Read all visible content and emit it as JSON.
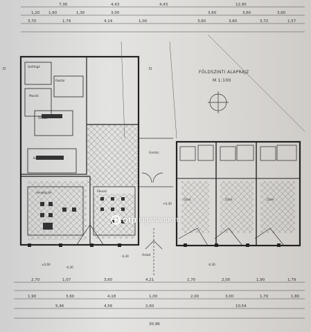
{
  "plan": {
    "title": "FÖLDSZINTI ALAPRAJZ",
    "scale": "M 1:100",
    "section_marks": [
      "D",
      "D"
    ],
    "top_dims_row1": [
      "7,36",
      "4,43",
      "4,43",
      "12,90"
    ],
    "top_dims_row2": [
      "1,20",
      "1,60",
      "1,30",
      "3,00",
      "3,60",
      "3,60",
      "3,60"
    ],
    "top_dims_row3": [
      "3,70",
      "1,79",
      "4,14",
      "1,00",
      "3,60",
      "3,60",
      "3,72",
      "1,57"
    ],
    "bottom_dims_row1": [
      "2,70",
      "1,07",
      "3,60",
      "4,21",
      "1,70",
      "2,00",
      "1,90",
      "1,79"
    ],
    "bottom_dims_row2": [
      "1,90",
      "3,60",
      "4,18",
      "1,00",
      "2,00",
      "3,00",
      "1,70",
      "1,80"
    ],
    "bottom_dims_row3": [
      "5,46",
      "4,56",
      "2,60",
      "10,54"
    ],
    "bottom_total": "30,96",
    "room_labels": [
      "Szélfogó",
      "Raktár",
      "Mosdó",
      "Öltöző",
      "Konyha",
      "Vendég tér",
      "Étkező",
      "Üzlet",
      "Üzlet",
      "Üzlet",
      "Árkád",
      "Garázs"
    ],
    "level_marks": [
      "±0,00",
      "-0,30",
      "-0,30",
      "-0,30",
      "+0,30"
    ]
  },
  "watermark": {
    "brand": "otp",
    "text": "ingatlanpont",
    "icon": "otp-logo-icon"
  }
}
